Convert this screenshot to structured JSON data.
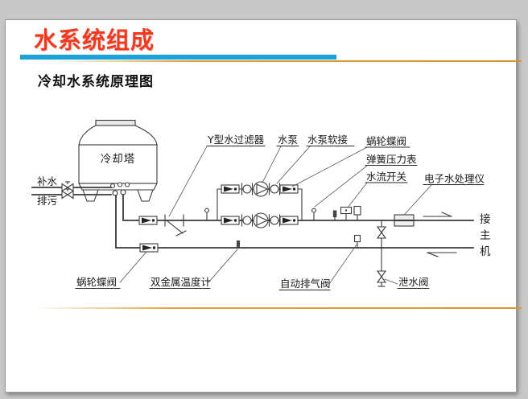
{
  "slide": {
    "title": "水系统组成",
    "subtitle": "冷却水系统原理图",
    "title_color": "#f5391f",
    "accent_bar_color": "#18a2d8",
    "accent_line_color": "#dd9d33"
  },
  "diagram": {
    "tower": "冷却塔",
    "makeup_water": "补水",
    "blowdown": "排污",
    "y_filter": "Y型水过滤器",
    "pump": "水泵",
    "pump_flex": "水泵软接",
    "butterfly_valve_top": "蜗轮蝶阀",
    "spring_pressure_gauge": "弹簧压力表",
    "water_flow_switch": "水流开关",
    "electronic_water_treatment": "电子水处理仪",
    "to_main_unit": [
      "接",
      "主",
      "机"
    ],
    "butterfly_valve_bottom": "蜗轮蝶阀",
    "bimetal_thermometer": "双金属温度计",
    "auto_air_vent": "自动排气阀",
    "drain_valve": "泄水阀"
  }
}
